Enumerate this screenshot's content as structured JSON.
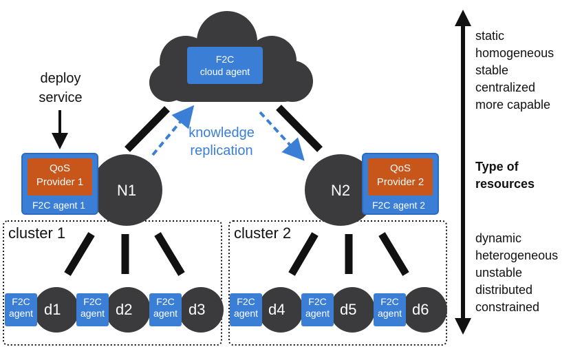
{
  "cloud": {
    "agent_line1": "F2C",
    "agent_line2": "cloud agent"
  },
  "deploy": {
    "line1": "deploy",
    "line2": "service"
  },
  "knowledge": {
    "line1": "knowledge",
    "line2": "replication"
  },
  "nodes": [
    {
      "id": "N1",
      "qos_line1": "QoS",
      "qos_line2": "Provider 1",
      "agent": "F2C agent 1"
    },
    {
      "id": "N2",
      "qos_line1": "QoS",
      "qos_line2": "Provider 2",
      "agent": "F2C agent 2"
    }
  ],
  "clusters": [
    {
      "label": "cluster 1"
    },
    {
      "label": "cluster 2"
    }
  ],
  "devices": [
    {
      "id": "d1",
      "agent_line1": "F2C",
      "agent_line2": "agent"
    },
    {
      "id": "d2",
      "agent_line1": "F2C",
      "agent_line2": "agent"
    },
    {
      "id": "d3",
      "agent_line1": "F2C",
      "agent_line2": "agent"
    },
    {
      "id": "d4",
      "agent_line1": "F2C",
      "agent_line2": "agent"
    },
    {
      "id": "d5",
      "agent_line1": "F2C",
      "agent_line2": "agent"
    },
    {
      "id": "d6",
      "agent_line1": "F2C",
      "agent_line2": "agent"
    }
  ],
  "resources": {
    "top": [
      "static",
      "homogeneous",
      "stable",
      "centralized",
      "more capable"
    ],
    "middle": [
      "Type of",
      "resources"
    ],
    "bottom": [
      "dynamic",
      "heterogeneous",
      "unstable",
      "distributed",
      "constrained"
    ]
  },
  "colors": {
    "agent": "#3a7fd5",
    "qos": "#c8561b",
    "node": "#3b3b3d",
    "arrow_blue": "#3a7fd5"
  }
}
